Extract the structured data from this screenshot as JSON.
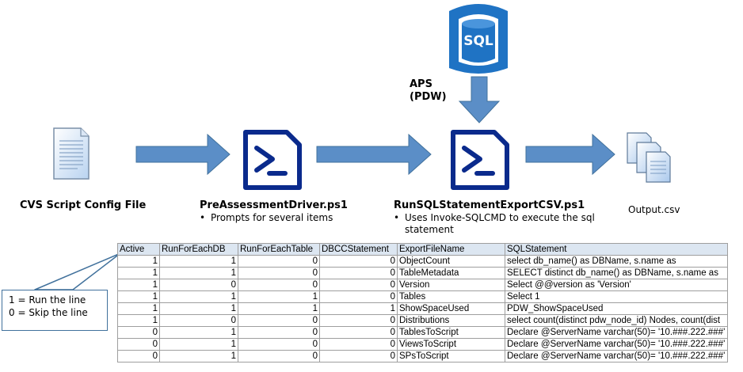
{
  "sql_source": {
    "icon_label": "SQL",
    "caption_line1": "APS",
    "caption_line2": "(PDW)"
  },
  "config_file": {
    "label": "CVS Script Config File"
  },
  "driver": {
    "title": "PreAssessmentDriver.ps1",
    "bullet": "Prompts for several items"
  },
  "exporter": {
    "title": "RunSQLStatementExportCSV.ps1",
    "bullet_line1": "Uses Invoke-SQLCMD to execute the sql",
    "bullet_line2": "statement"
  },
  "output": {
    "label": "Output.csv"
  },
  "callout": {
    "line1": "1 = Run the line",
    "line2": "0 = Skip the line"
  },
  "colors": {
    "arrow": "#5b8ec7",
    "ps_blue": "#0a2a8c",
    "sql_blue": "#1f73c4",
    "header_fill": "#dce6f1"
  },
  "table": {
    "headers": [
      "Active",
      "RunForEachDB",
      "RunForEachTable",
      "DBCCStatement",
      "ExportFileName",
      "SQLStatement"
    ],
    "rows": [
      [
        "1",
        "1",
        "0",
        "0",
        "ObjectCount",
        "select db_name() as DBName, s.name as"
      ],
      [
        "1",
        "1",
        "0",
        "0",
        "TableMetadata",
        "SELECT distinct db_name() as DBName, s.name as"
      ],
      [
        "1",
        "0",
        "0",
        "0",
        "Version",
        "Select @@version as 'Version'"
      ],
      [
        "1",
        "1",
        "1",
        "0",
        "Tables",
        "Select 1"
      ],
      [
        "1",
        "1",
        "1",
        "1",
        "ShowSpaceUsed",
        "PDW_ShowSpaceUsed"
      ],
      [
        "1",
        "0",
        "0",
        "0",
        "Distributions",
        "select count(distinct pdw_node_id) Nodes, count(dist"
      ],
      [
        "0",
        "1",
        "0",
        "0",
        "TablesToScript",
        "Declare @ServerName varchar(50)= '10.###.222.###'"
      ],
      [
        "0",
        "1",
        "0",
        "0",
        "ViewsToScript",
        "Declare @ServerName varchar(50)= '10.###.222.###'"
      ],
      [
        "0",
        "1",
        "0",
        "0",
        "SPsToScript",
        "Declare @ServerName varchar(50)= '10.###.222.###'"
      ]
    ]
  }
}
